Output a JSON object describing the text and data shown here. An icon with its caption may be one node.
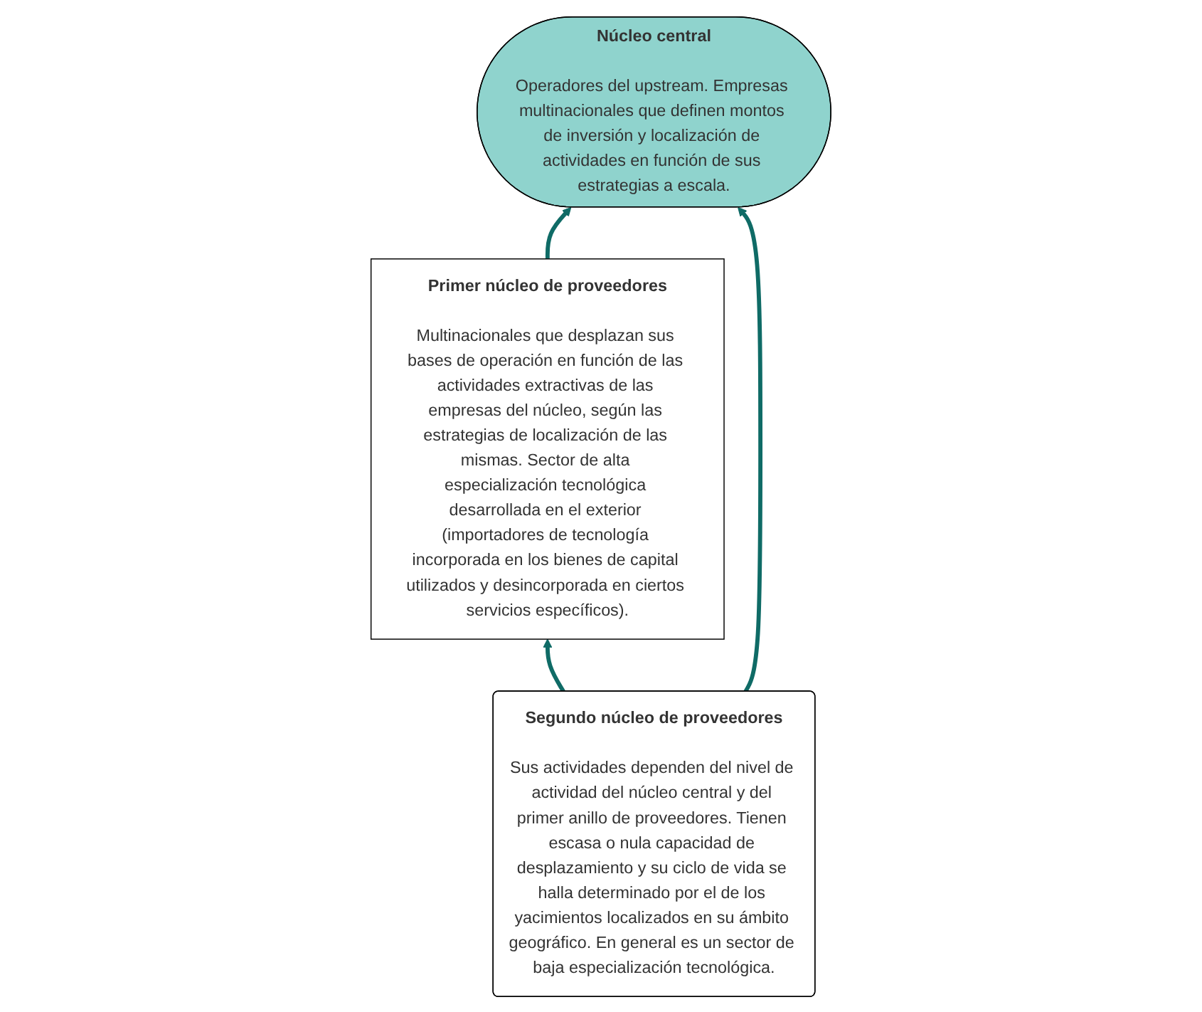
{
  "diagram": {
    "nodes": [
      {
        "text": [
          "Núcleo central",
          "Operadores del upstream. Empresas multinacionales que definen montos de inversión y localización de actividades en función de sus estrategias a escala."
        ]
      },
      {
        "text": [
          "Primer núcleo de proveedores",
          "Multinacionales que desplazan sus bases de operación en función de las actividades extractivas de las empresas del núcleo, según las estrategias de localización de las mismas. Sector de alta especialización tecnológica desarrollada en el exterior (importadores de tecnología incorporada en los bienes de capital utilizados y desincorporada en ciertos servicios específicos)."
        ]
      },
      {
        "text": [
          "Segundo núcleo de proveedores",
          "Sus actividades dependen del nivel de actividad del núcleo central y del primer anillo de proveedores. Tienen escasa o nula capacidad de desplazamiento y su ciclo de vida se halla determinado por el de los yacimientos localizados en su ámbito geográfico. En general es un sector de baja especialización tecnológica."
        ]
      }
    ],
    "edges": [
      {
        "from": 1,
        "to": 0,
        "arrow": "to"
      },
      {
        "from": 2,
        "to": 0,
        "arrow": "to"
      },
      {
        "from": 2,
        "to": 1,
        "arrow": "to"
      }
    ]
  }
}
